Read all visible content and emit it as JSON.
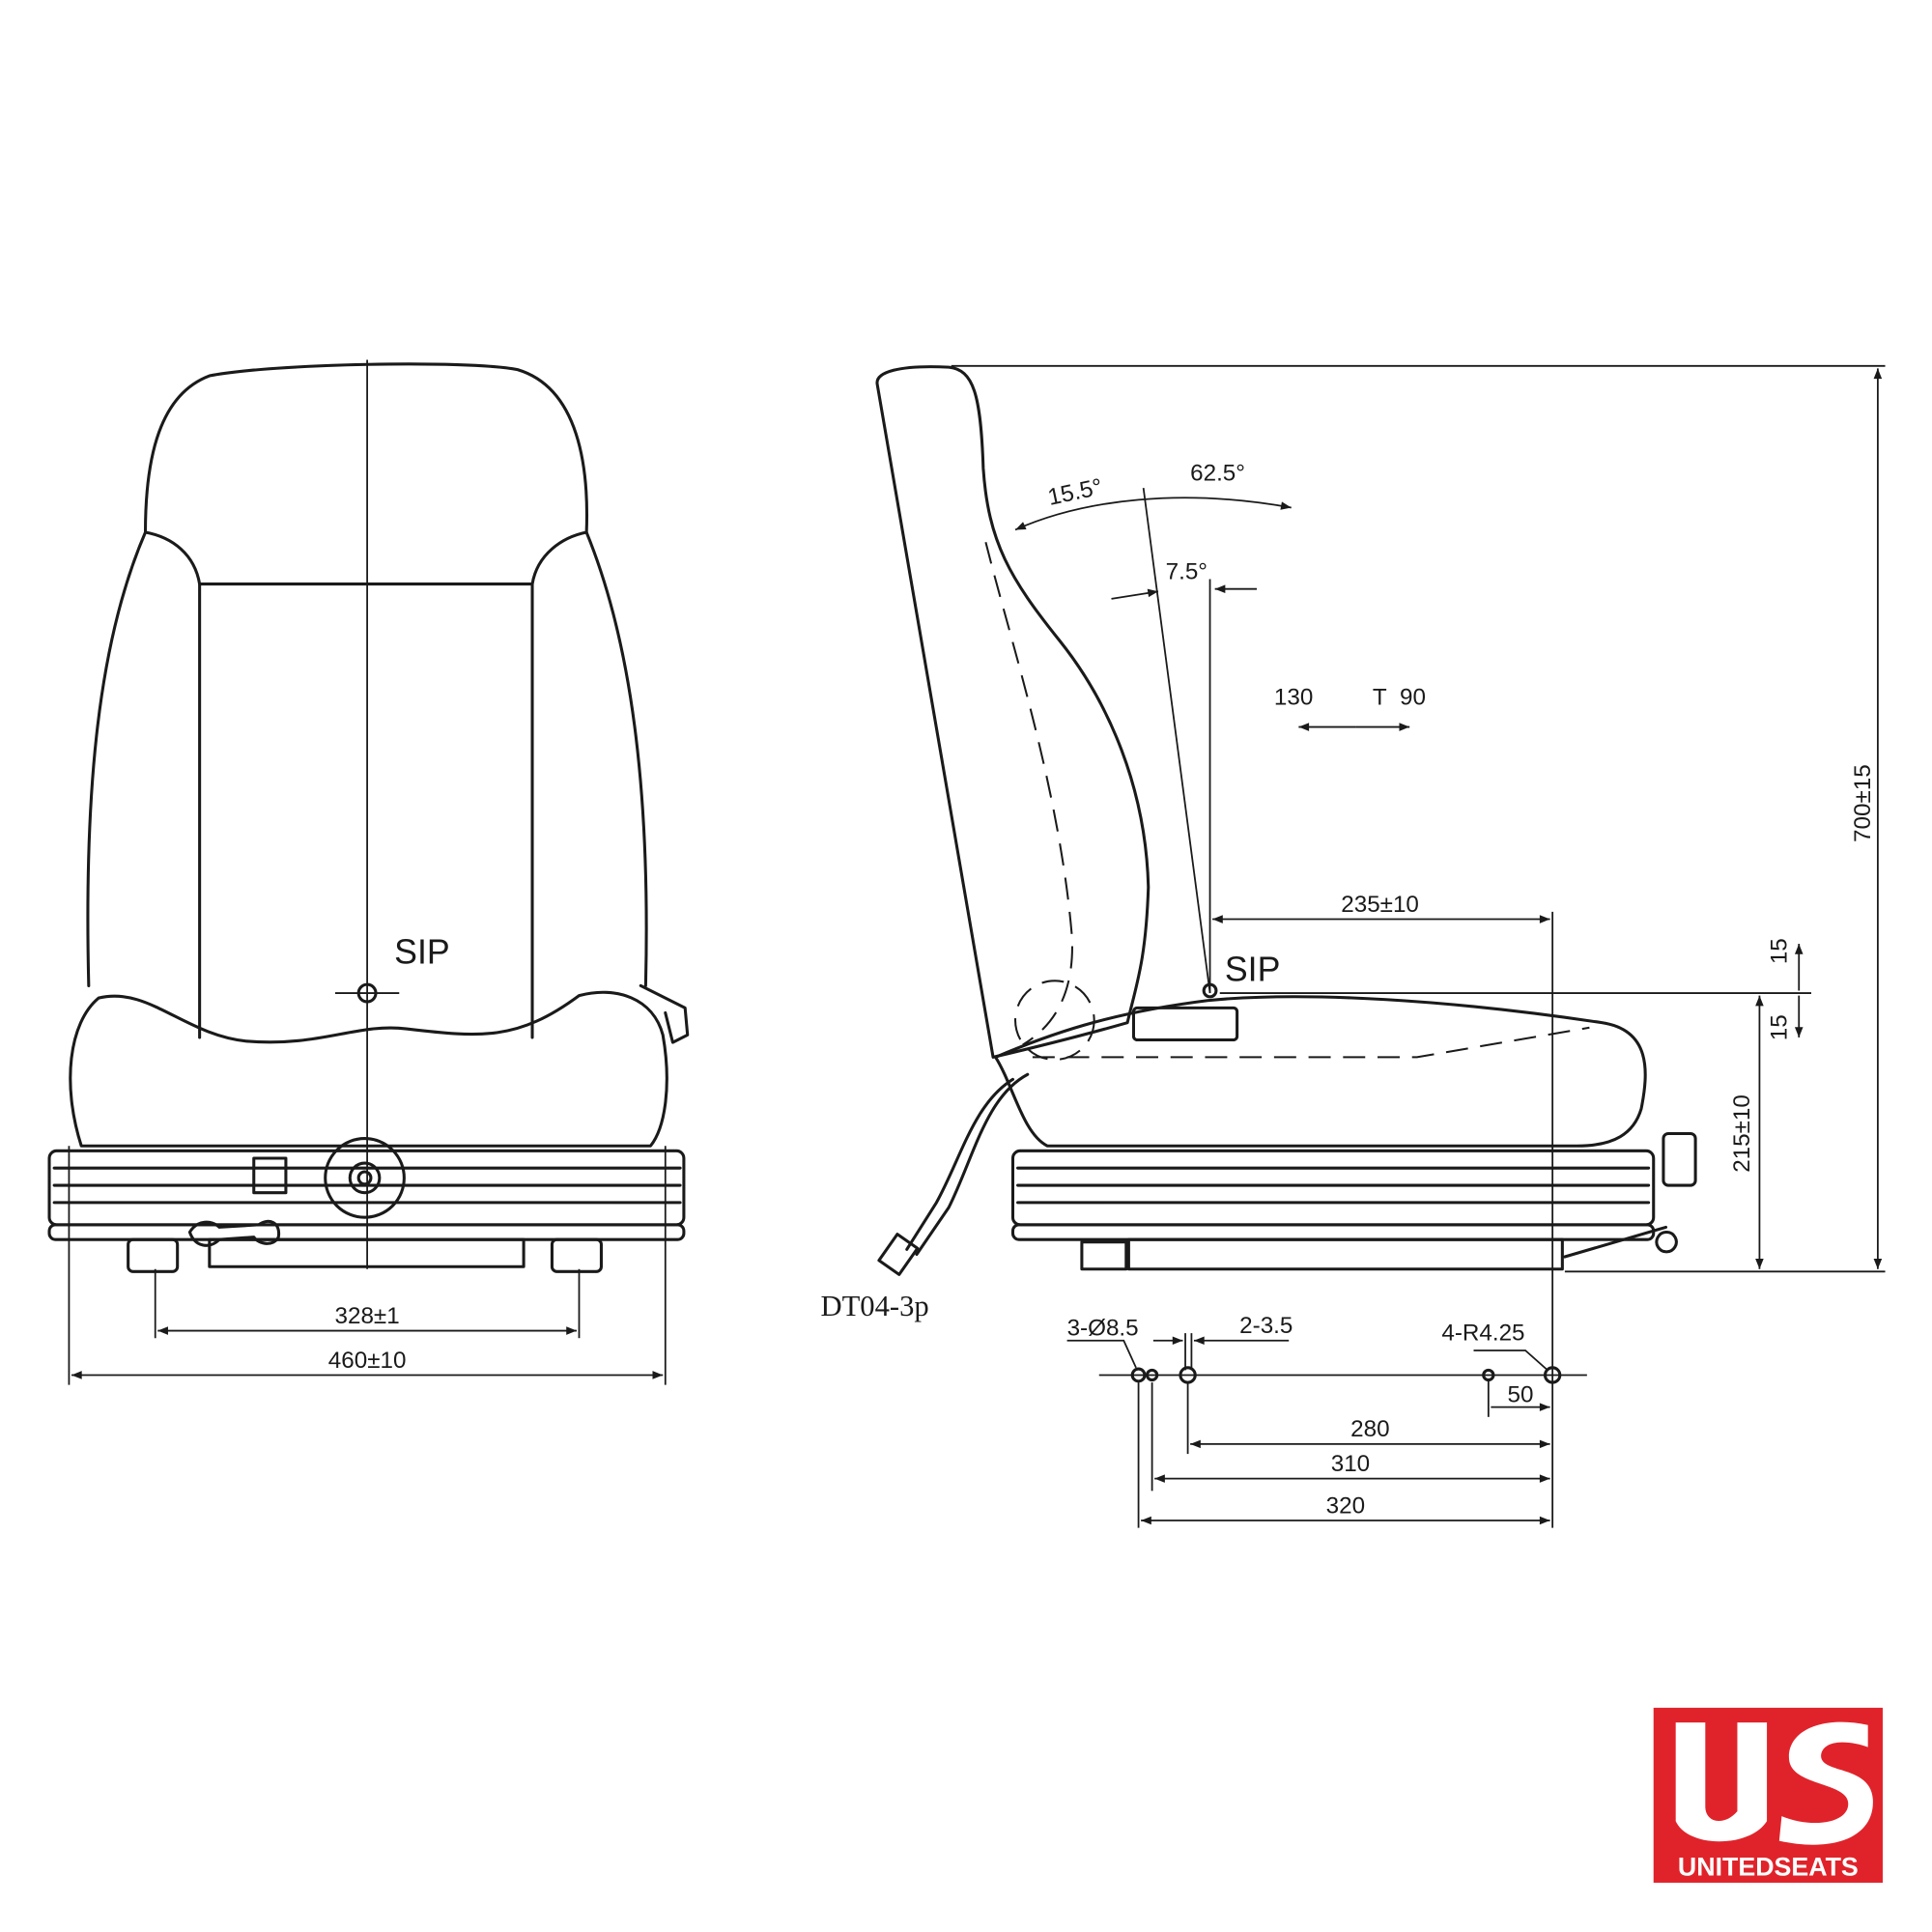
{
  "front_view": {
    "sip_label": "SIP",
    "dim_mount_width": "328±1",
    "dim_overall_width": "460±10"
  },
  "side_view": {
    "sip_label": "SIP",
    "angle_back_forward": "15.5°",
    "angle_back_rear": "62.5°",
    "angle_back_upright": "7.5°",
    "slide_forward": "130",
    "slide_marker": "T",
    "slide_back": "90",
    "dim_sip_depth": "235±10",
    "dim_overall_height": "700±15",
    "dim_sip_up": "15",
    "dim_sip_down": "15",
    "dim_sip_height": "215±10",
    "connector_label": "DT04-3p"
  },
  "hole_pattern": {
    "hole_dia": "3-Ø8.5",
    "slot": "2-3.5",
    "radius": "4-R4.25",
    "dim_50": "50",
    "dim_280": "280",
    "dim_310": "310",
    "dim_320": "320"
  },
  "logo": {
    "brand": "UNITEDSEATS",
    "color": "#e0232a"
  }
}
